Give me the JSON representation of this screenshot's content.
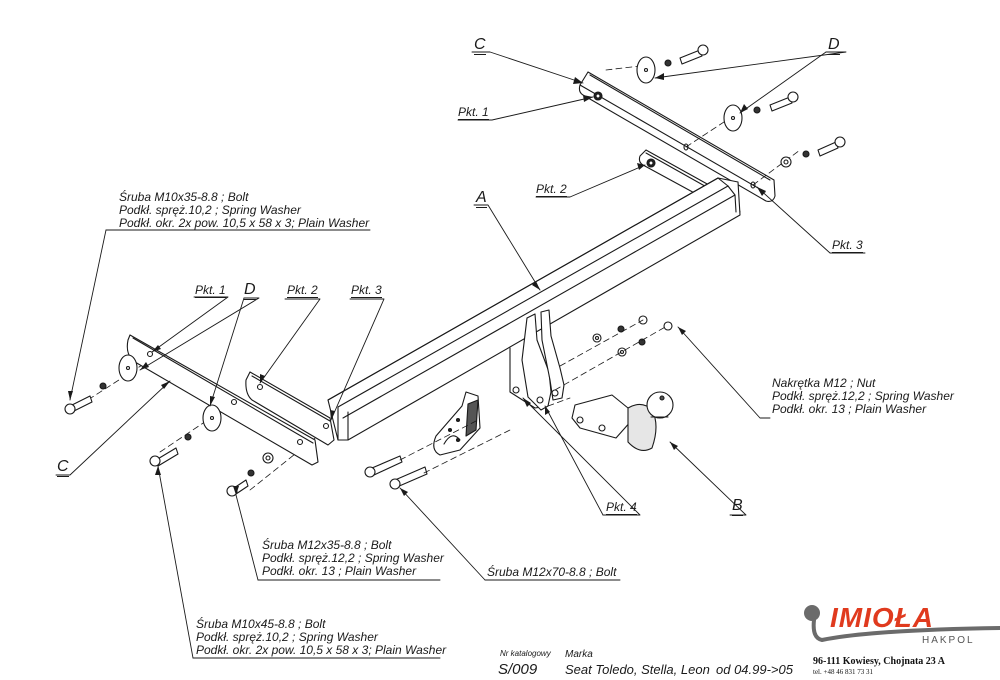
{
  "diagram": {
    "title": "Tow bar exploded assembly drawing",
    "parts": {
      "A": "A",
      "B": "B",
      "C_top": "C",
      "C_left": "C",
      "D_top": "D",
      "D_left": "D"
    },
    "points": {
      "pkt1_top": "Pkt. 1",
      "pkt2_top": "Pkt. 2",
      "pkt3_top": "Pkt. 3",
      "pkt1_left": "Pkt. 1",
      "pkt2_left": "Pkt. 2",
      "pkt3_left": "Pkt. 3",
      "pkt4": "Pkt. 4"
    },
    "notes": {
      "bolt_m10x35": {
        "line1": "Śruba M10x35-8.8 ;  Bolt",
        "line2": "Podkł. spręż.10,2 ; Spring Washer",
        "line3": "Podkł. okr. 2x pow. 10,5 x 58 x 3; Plain Washer"
      },
      "nut_m12": {
        "line1": "Nakrętka  M12 ; Nut",
        "line2": "Podkł. spręż.12,2 ; Spring Washer",
        "line3": "Podkł. okr. 13 ; Plain Washer"
      },
      "bolt_m12x35": {
        "line1": "Śruba M12x35-8.8 ;  Bolt",
        "line2": "Podkł. spręż.12,2 ; Spring Washer",
        "line3": "Podkł. okr. 13 ; Plain Washer"
      },
      "bolt_m12x70": {
        "line1": "Śruba M12x70-8.8 ;  Bolt"
      },
      "bolt_m10x45": {
        "line1": "Śruba M10x45-8.8 ;  Bolt",
        "line2": "Podkł. spręż.10,2 ; Spring Washer",
        "line3": "Podkł. okr. 2x pow. 10,5 x 58 x 3; Plain Washer"
      }
    }
  },
  "footer": {
    "catalog_label": "Nr katalogowy",
    "catalog_number": "S/009",
    "brand_label": "Marka",
    "vehicle": "Seat Toledo, Stella, Leon",
    "years": "od 04.99->05"
  },
  "logo": {
    "brand": "IMIOŁA",
    "sub": "HAKPOL",
    "address": "96-111 Kowiesy, Chojnata 23 A",
    "phone": "tel. +48 46 831 73 31",
    "colors": {
      "red": "#e03a1e",
      "gray": "#6b6b6b"
    }
  }
}
